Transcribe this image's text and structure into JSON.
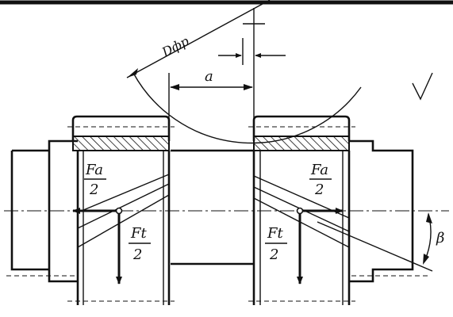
{
  "labels": {
    "pitch_diameter": "Dфр",
    "offset": "a",
    "angle": "β",
    "fa_numerator": "Fa",
    "fa_denominator": "2",
    "ft_numerator": "Ft",
    "ft_denominator": "2"
  },
  "colors": {
    "ink": "#111111",
    "paper": "#ffffff"
  }
}
